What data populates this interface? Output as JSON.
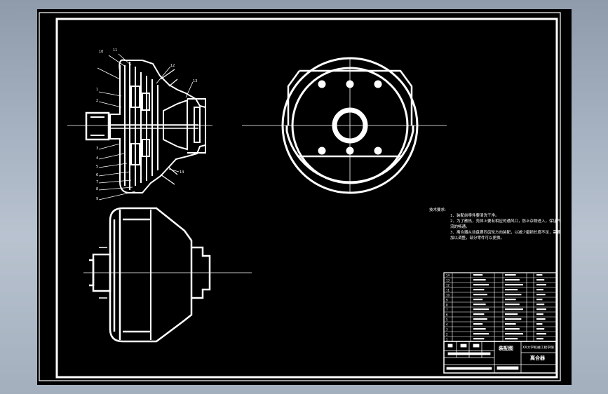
{
  "viewer": {
    "background": "#000000",
    "frame_color": "#ffffff",
    "line_color": "#ffffff"
  },
  "tech_requirements": {
    "heading": "技术要求:",
    "items": [
      "1、装配前零件要清洗干净。",
      "2、为了散热，壳体上要有相应的通风口，防止杂物进入，保证气流的畅通。",
      "3、离合器从动盘要同齿轮方向装配，以减少磨损长度不足，需要加以调整，部分零件可以更换。"
    ]
  },
  "balloons": {
    "left_column": [
      "1",
      "2",
      "3",
      "4",
      "5",
      "6",
      "7",
      "8",
      "9"
    ],
    "top": [
      "10",
      "11",
      "12",
      "13"
    ],
    "right": [
      "14"
    ]
  },
  "title_block": {
    "drawing_title": "离合器",
    "material_label": "装配图",
    "institution": "XX大学机械工程学院"
  },
  "bom": {
    "rows": [
      "1",
      "2",
      "3",
      "4",
      "5",
      "6",
      "7",
      "8",
      "9",
      "10",
      "11",
      "12",
      "13",
      "14"
    ]
  }
}
